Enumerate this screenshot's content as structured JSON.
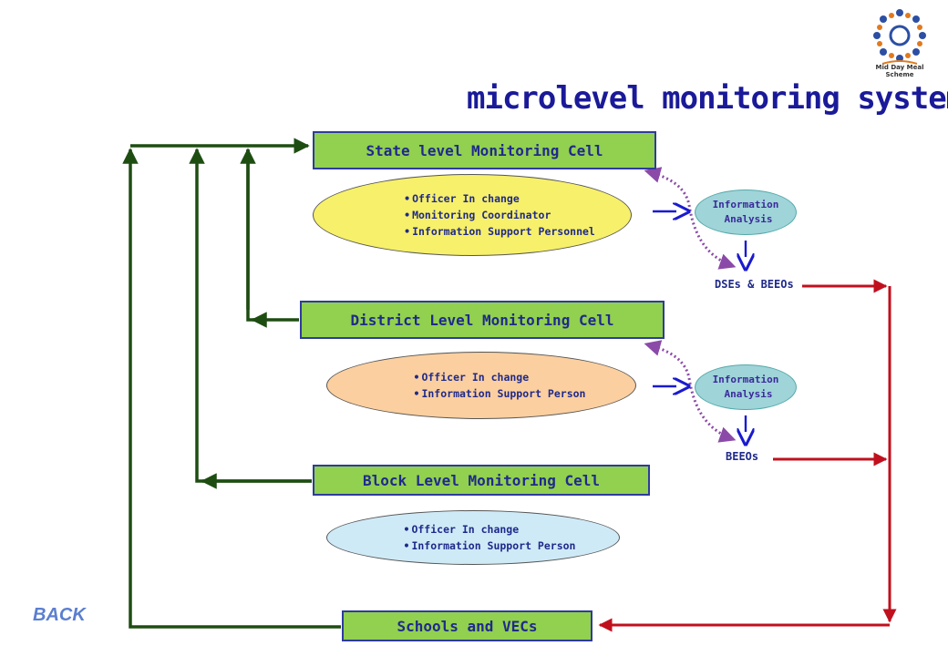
{
  "title": "microlevel monitoring system",
  "logo": {
    "caption": "Mid Day Meal Scheme"
  },
  "cells": {
    "state": "State level Monitoring Cell",
    "district": "District Level Monitoring Cell",
    "block": "Block Level Monitoring Cell",
    "schools": "Schools and VECs"
  },
  "members": {
    "state": [
      "Officer In change",
      "Monitoring Coordinator",
      "Information Support Personnel"
    ],
    "district": [
      "Officer In change",
      "Information Support Person"
    ],
    "block": [
      "Officer In change",
      "Information Support Person"
    ]
  },
  "info_nodes": [
    {
      "line1": "Information",
      "line2": "Analysis"
    },
    {
      "line1": "Information",
      "line2": "Analysis"
    }
  ],
  "receivers": {
    "state": "DSEs & BEEOs",
    "district": "BEEOs"
  },
  "back_link": "BACK",
  "colors": {
    "cell_fill": "#92d050",
    "feedback_green": "#1e4d12",
    "report_red": "#c0101e",
    "dotted_purple": "#8b4aa8",
    "arrow_blue": "#1a1ad0"
  }
}
